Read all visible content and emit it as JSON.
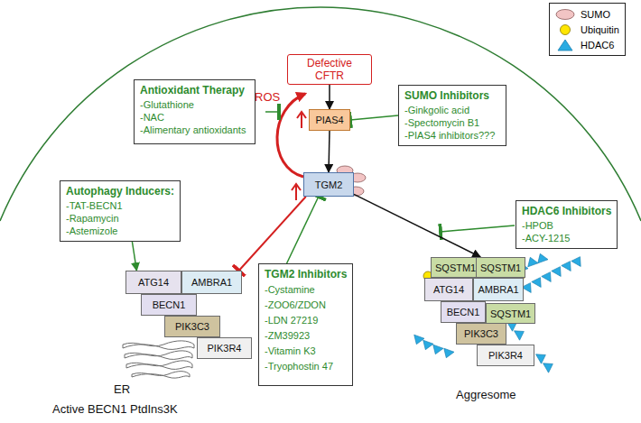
{
  "diagram": {
    "nodes": [
      {
        "text": [
          "Defective CFTR"
        ]
      },
      {
        "text": [
          "Antioxidant Therapy",
          "-Glutathione",
          "-NAC",
          "-Alimentary antioxidants"
        ]
      },
      {
        "text": [
          "SUMO Inhibitors",
          "-Ginkgolic acid",
          "-Spectomycin B1",
          "-PIAS4 inhibitors???"
        ]
      },
      {
        "text": [
          "PIAS4"
        ]
      },
      {
        "text": [
          "TGM2"
        ]
      },
      {
        "text": [
          "Autophagy Inducers:",
          "-TAT-BECN1",
          "-Rapamycin",
          "-Astemizole"
        ]
      },
      {
        "text": [
          "HDAC6 Inhibitors",
          "-HPOB",
          "-ACY-1215"
        ]
      },
      {
        "text": [
          "ATG14"
        ]
      },
      {
        "text": [
          "AMBRA1"
        ]
      },
      {
        "text": [
          "BECN1"
        ]
      },
      {
        "text": [
          "PIK3C3"
        ]
      },
      {
        "text": [
          "PIK3R4"
        ]
      },
      {
        "text": [
          "TGM2 Inhibitors",
          "-Cystamine",
          "-ZOO6/ZDON",
          "-LDN 27219",
          "-ZM39923",
          "-Vitamin K3",
          "-Tryophostin 47"
        ]
      },
      {
        "text": [
          "SQSTM1"
        ]
      },
      {
        "text": [
          "SQSTM1"
        ]
      },
      {
        "text": [
          "ATG14"
        ]
      },
      {
        "text": [
          "AMBRA1"
        ]
      },
      {
        "text": [
          "BECN1"
        ]
      },
      {
        "text": [
          "SQSTM1"
        ]
      },
      {
        "text": [
          "PIK3C3"
        ]
      },
      {
        "text": [
          "PIK3R4"
        ]
      }
    ],
    "edges": [
      {
        "from": 0,
        "to": 3,
        "arrow": "to"
      },
      {
        "from": 3,
        "to": 4,
        "arrow": "to"
      },
      {
        "from": 2,
        "to": 3,
        "arrow": "to"
      },
      {
        "from": 4,
        "to": 8,
        "arrow": "to"
      },
      {
        "from": 4,
        "to": 13,
        "arrow": "to"
      },
      {
        "from": 5,
        "to": 7,
        "arrow": "to"
      },
      {
        "from": 12,
        "to": 4,
        "arrow": "to"
      }
    ],
    "labels": [
      "ROS",
      "ER",
      "Active BECN1 PtdIns3K",
      "Aggresome"
    ],
    "legend": [
      {
        "text": "SUMO",
        "color": "#f2c4c4"
      },
      {
        "text": "Ubiquitin",
        "color": "#ffe600"
      },
      {
        "text": "HDAC6",
        "color": "#29abe2"
      }
    ]
  }
}
